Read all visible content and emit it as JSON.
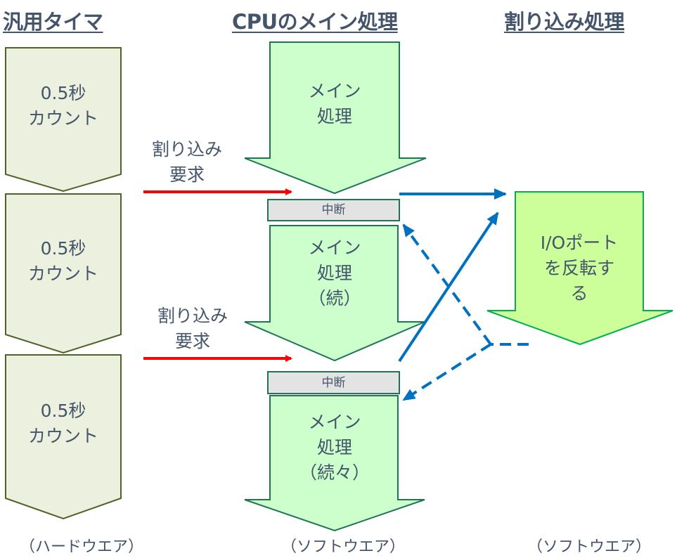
{
  "columns": {
    "timer": {
      "header": "汎用タイマ",
      "footer": "（ハードウエア）"
    },
    "cpu": {
      "header": "CPUのメイン処理",
      "footer": "（ソフトウエア）"
    },
    "isr": {
      "header": "割り込み処理",
      "footer": "（ソフトウエア）"
    }
  },
  "timer_blocks": [
    {
      "line1": "0.5秒",
      "line2": "カウント"
    },
    {
      "line1": "0.5秒",
      "line2": "カウント"
    },
    {
      "line1": "0.5秒",
      "line2": "カウント"
    }
  ],
  "cpu_blocks": [
    {
      "lines": [
        "メイン",
        "処理"
      ]
    },
    {
      "lines": [
        "メイン",
        "処理",
        "（続）"
      ]
    },
    {
      "lines": [
        "メイン",
        "処理",
        "（続々）"
      ]
    }
  ],
  "interrupt_boxes": [
    "中断",
    "中断"
  ],
  "interrupt_requests": [
    {
      "line1": "割り込み",
      "line2": "要求"
    },
    {
      "line1": "割り込み",
      "line2": "要求"
    }
  ],
  "isr_block": {
    "lines": [
      "I/Oポート",
      "を反転す",
      "る"
    ]
  },
  "colors": {
    "timer_fill": "#ebf1de",
    "timer_stroke": "#4f6228",
    "cpu_fill": "#ccffcc",
    "cpu_stroke": "#1e7454",
    "isr_fill": "#ccff99",
    "isr_stroke": "#00b050",
    "interrupt_fill": "#e3e3e3",
    "request_arrow": "#ff0000",
    "flow_arrow": "#0070c0",
    "text": "#44546a"
  }
}
